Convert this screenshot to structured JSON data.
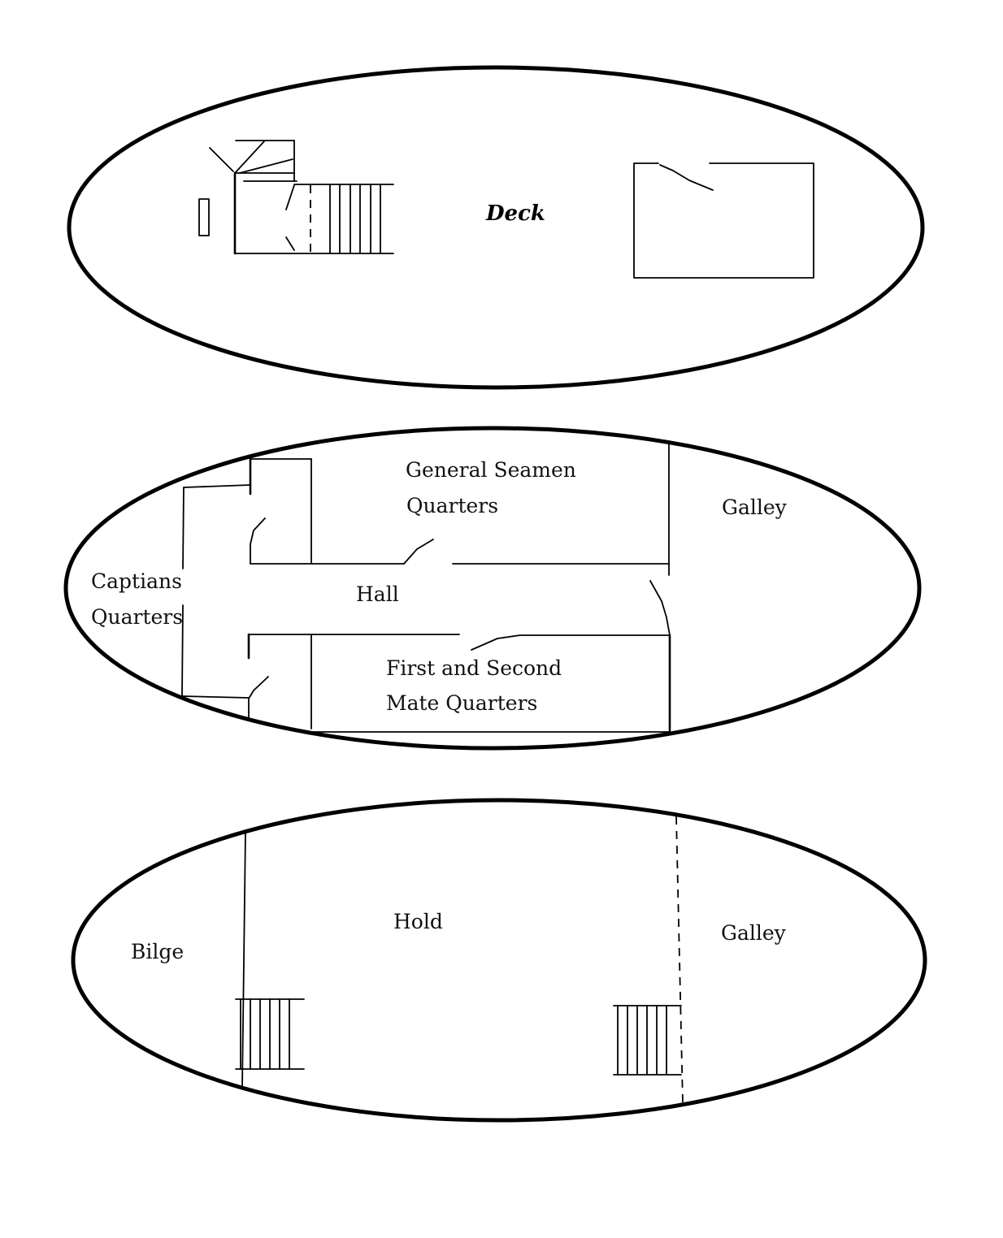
{
  "labels": {
    "deck": "Deck",
    "seamen_l1": "General Seamen",
    "seamen_l2": "Quarters",
    "galley_middle": "Galley",
    "captain_l1": "Captians",
    "captain_l2": "Quarters",
    "hall": "Hall",
    "mates_l1": "First and Second",
    "mates_l2": "Mate Quarters",
    "hold": "Hold",
    "bilge": "Bilge",
    "galley_lower": "Galley"
  }
}
